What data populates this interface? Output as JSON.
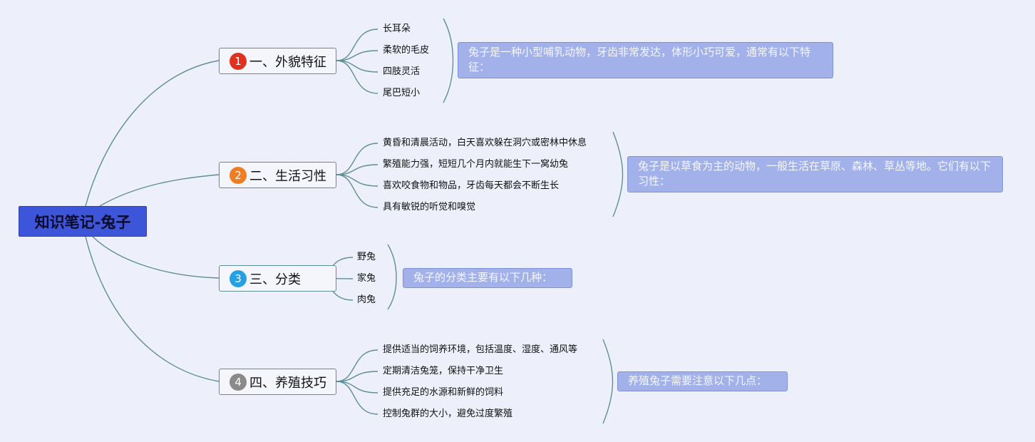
{
  "root": {
    "title": "知识笔记-兔子"
  },
  "colors": {
    "root_fill": "#3d55d8",
    "branch_border": "#5e8e94",
    "line": "#5e8e94",
    "note_fill": "#a3b1ea",
    "badge_1": "#e0301e",
    "badge_2": "#ef7d21",
    "badge_3": "#27a0e3",
    "badge_4": "#8a8a8a"
  },
  "branches": [
    {
      "number": "1",
      "label": "一、外貌特征",
      "badge_icon": "number-1-red-circle-icon",
      "children": [
        "长耳朵",
        "柔软的毛皮",
        "四肢灵活",
        "尾巴短小"
      ],
      "note": "兔子是一种小型哺乳动物，牙齿非常发达，体形小巧可爱，通常有以下特征："
    },
    {
      "number": "2",
      "label": "二、生活习性",
      "badge_icon": "number-2-orange-circle-icon",
      "children": [
        "黄昏和清晨活动，白天喜欢躲在洞穴或密林中休息",
        "繁殖能力强，短短几个月内就能生下一窝幼兔",
        "喜欢咬食物和物品，牙齿每天都会不断生长",
        "具有敏锐的听觉和嗅觉"
      ],
      "note": "兔子是以草食为主的动物，一般生活在草原、森林、草丛等地。它们有以下习性："
    },
    {
      "number": "3",
      "label": "三、分类",
      "badge_icon": "number-3-blue-circle-icon",
      "children": [
        "野兔",
        "家兔",
        "肉兔"
      ],
      "note": "兔子的分类主要有以下几种："
    },
    {
      "number": "4",
      "label": "四、养殖技巧",
      "badge_icon": "number-4-gray-circle-icon",
      "children": [
        "提供适当的饲养环境，包括温度、湿度、通风等",
        "定期清洁兔笼，保持干净卫生",
        "提供充足的水源和新鲜的饲料",
        "控制兔群的大小，避免过度繁殖"
      ],
      "note": "养殖兔子需要注意以下几点："
    }
  ]
}
